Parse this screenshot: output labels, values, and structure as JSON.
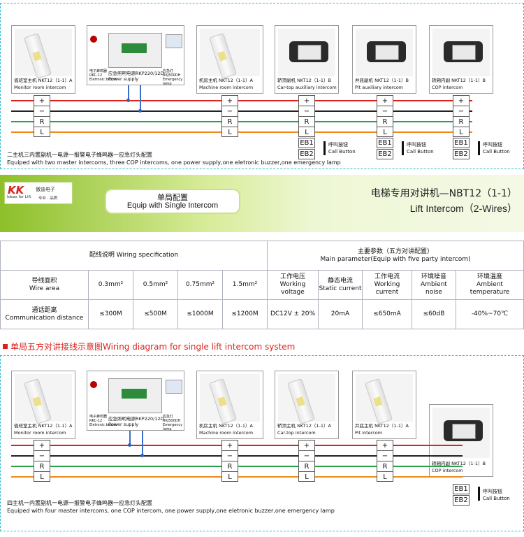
{
  "top_diagram": {
    "devices": [
      {
        "zh": "值班室主机 NKT12（1-1）A",
        "en": "Monitor room intercom"
      },
      {
        "zh": "应急照明电源RKP220/12D",
        "en": "Power supply",
        "buzzer_zh": "电子蜂鸣器",
        "buzzer_model": "RKC-12",
        "buzzer_en": "Eletronic buzzer",
        "lamp_zh": "应急灯",
        "lamp_model": "RKJ500DH",
        "lamp_en": "Emergency lamp"
      },
      {
        "zh": "机房主机 NKT12（1-1）A",
        "en": "Machine room intercom"
      },
      {
        "zh": "轿顶副机 NKT12（1-1）B",
        "en": "Car-top auxiliary intercom"
      },
      {
        "zh": "井底副机 NKT12（1-1）B",
        "en": "Pit auxiliary intercom"
      },
      {
        "zh": "轿厢内副 NKT12（1-1）B",
        "en": "COP intercom"
      }
    ],
    "caption_zh": "二主机三内置副机一电源一报警电子蜂鸣器一应急灯头配置",
    "caption_en": "Equiped with two  master intercoms, three COP intercoms, one power supply,one eletronic buzzer,one emergency lamp"
  },
  "terminals": [
    "+",
    "−",
    "R",
    "L"
  ],
  "eb": [
    "EB1",
    "EB2"
  ],
  "call_button": {
    "zh": "呼叫按钮",
    "en": "Call Button"
  },
  "banner": {
    "logo_mark": "KK",
    "logo_zh": "傲迪电子",
    "logo_en": "Ideas for Lift",
    "logo_zh2": "专业 · 品质",
    "single_zh": "单局配置",
    "single_en": "Equip with Single Intercom",
    "title_zh": "电梯专用对讲机—NBT12（1-1）",
    "title_en": "Lift Intercom（2-Wires）"
  },
  "spec_table": {
    "wiring_header": "配线说明 Wiring specification",
    "param_header_zh": "主要参数（五方对讲配置）",
    "param_header_en": "Main parameter(Equip with  five party intercom)",
    "row1_label_zh": "导线面积",
    "row1_label_en": "Wire area",
    "areas": [
      "0.3mm²",
      "0.5mm²",
      "0.75mm²",
      "1.5mm²"
    ],
    "params": [
      {
        "zh": "工作电压",
        "en": "Working voltage",
        "value": "DC12V ± 20%"
      },
      {
        "zh": "静态电流",
        "en": "Static current",
        "value": "20mA"
      },
      {
        "zh": "工作电流",
        "en": "Working current",
        "value": "≤650mA"
      },
      {
        "zh": "环境噪音",
        "en": "Ambient noise",
        "value": "≤60dB"
      },
      {
        "zh": "环境温度",
        "en": "Ambient temperature",
        "value": "-40%~70℃"
      }
    ],
    "row2_label_zh": "通话距离",
    "row2_label_en": "Communication distance",
    "distances": [
      "≤300M",
      "≤500M",
      "≤1000M",
      "≤1200M"
    ]
  },
  "section2_title": "单局五方对讲接线示意图Wiring diagram for single lift intercom system",
  "bottom_diagram": {
    "devices": [
      {
        "zh": "值班室主机 NKT12（1-1）A",
        "en": "Monitor room intercom"
      },
      {
        "zh": "应急照明电源RKP220/12D",
        "en": "Power supply",
        "buzzer_zh": "电子蜂鸣器",
        "buzzer_model": "RKC-12",
        "buzzer_en": "Eletronic buzzer",
        "lamp_zh": "应急灯",
        "lamp_model": "RKJ500DH",
        "lamp_en": "Emergency lamp"
      },
      {
        "zh": "机房主机 NKT12（1-1）A",
        "en": "Machine room intercom"
      },
      {
        "zh": "轿顶主机 NKT12（1-1）A",
        "en": "Car-top intercom"
      },
      {
        "zh": "井底主机 NKT12（1-1）A",
        "en": "Pit intercom"
      },
      {
        "zh": "轿厢内副 NKT12（1-1）B",
        "en": "COP intercom"
      }
    ],
    "caption_zh": "四主机一内置副机一电源一报警电子蜂鸣器一应急灯头配置",
    "caption_en": "Equiped with four master intercoms, one COP intercom, one power supply,one eletronic buzzer,one emergency lamp"
  },
  "colors": {
    "plus": "#e0201b",
    "minus": "#222222",
    "R": "#2aa14a",
    "L": "#f08a1c",
    "accent": "#d8231d",
    "banner_green": "#8dbf2a",
    "dashed_border": "#37b9cf"
  }
}
